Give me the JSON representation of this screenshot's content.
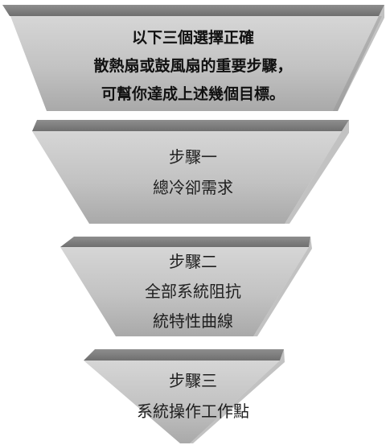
{
  "colors": {
    "band_top": "#8e8e8e",
    "band_top_dark": "#6f6f6f",
    "body_light": "#d6d6d6",
    "body_mid": "#c2c2c2",
    "body_dark": "#a9a9a9"
  },
  "funnel": {
    "intro": {
      "lines": [
        "以下三個選擇正確",
        "散熱扇或鼓風扇的重要步驟，",
        "可幫你達成上述幾個目標。"
      ]
    },
    "steps": [
      {
        "heading": "步驟一",
        "lines": [
          "總冷卻需求"
        ]
      },
      {
        "heading": "步驟二",
        "lines": [
          "全部系統阻抗",
          "統特性曲線"
        ]
      },
      {
        "heading": "步驟三",
        "lines": [
          "系統操作工作點"
        ]
      }
    ]
  }
}
